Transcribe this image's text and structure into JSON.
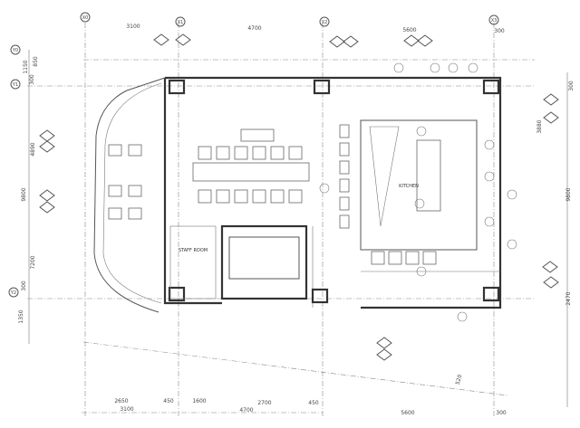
{
  "drawing": {
    "grid_labels": {
      "top": [
        "X0",
        "X1",
        "X2",
        "X3"
      ],
      "left": [
        "Y0",
        "Y1",
        "Y2"
      ]
    },
    "dimensions": {
      "top": [
        "3100",
        "4700",
        "5600",
        "300"
      ],
      "left": [
        "1150",
        "300",
        "850",
        "4890",
        "9800",
        "7200",
        "300",
        "1350"
      ],
      "right": [
        "300",
        "3880",
        "9800",
        "2470"
      ],
      "bottom_row1": [
        "2650",
        "450",
        "1600",
        "2700",
        "450",
        "5600",
        "300"
      ],
      "bottom_row2": [
        "3100",
        "4700"
      ],
      "slope": "520"
    },
    "rooms": {
      "staff_room": "STAFF ROOM",
      "kitchen": "KITCHEN"
    }
  }
}
